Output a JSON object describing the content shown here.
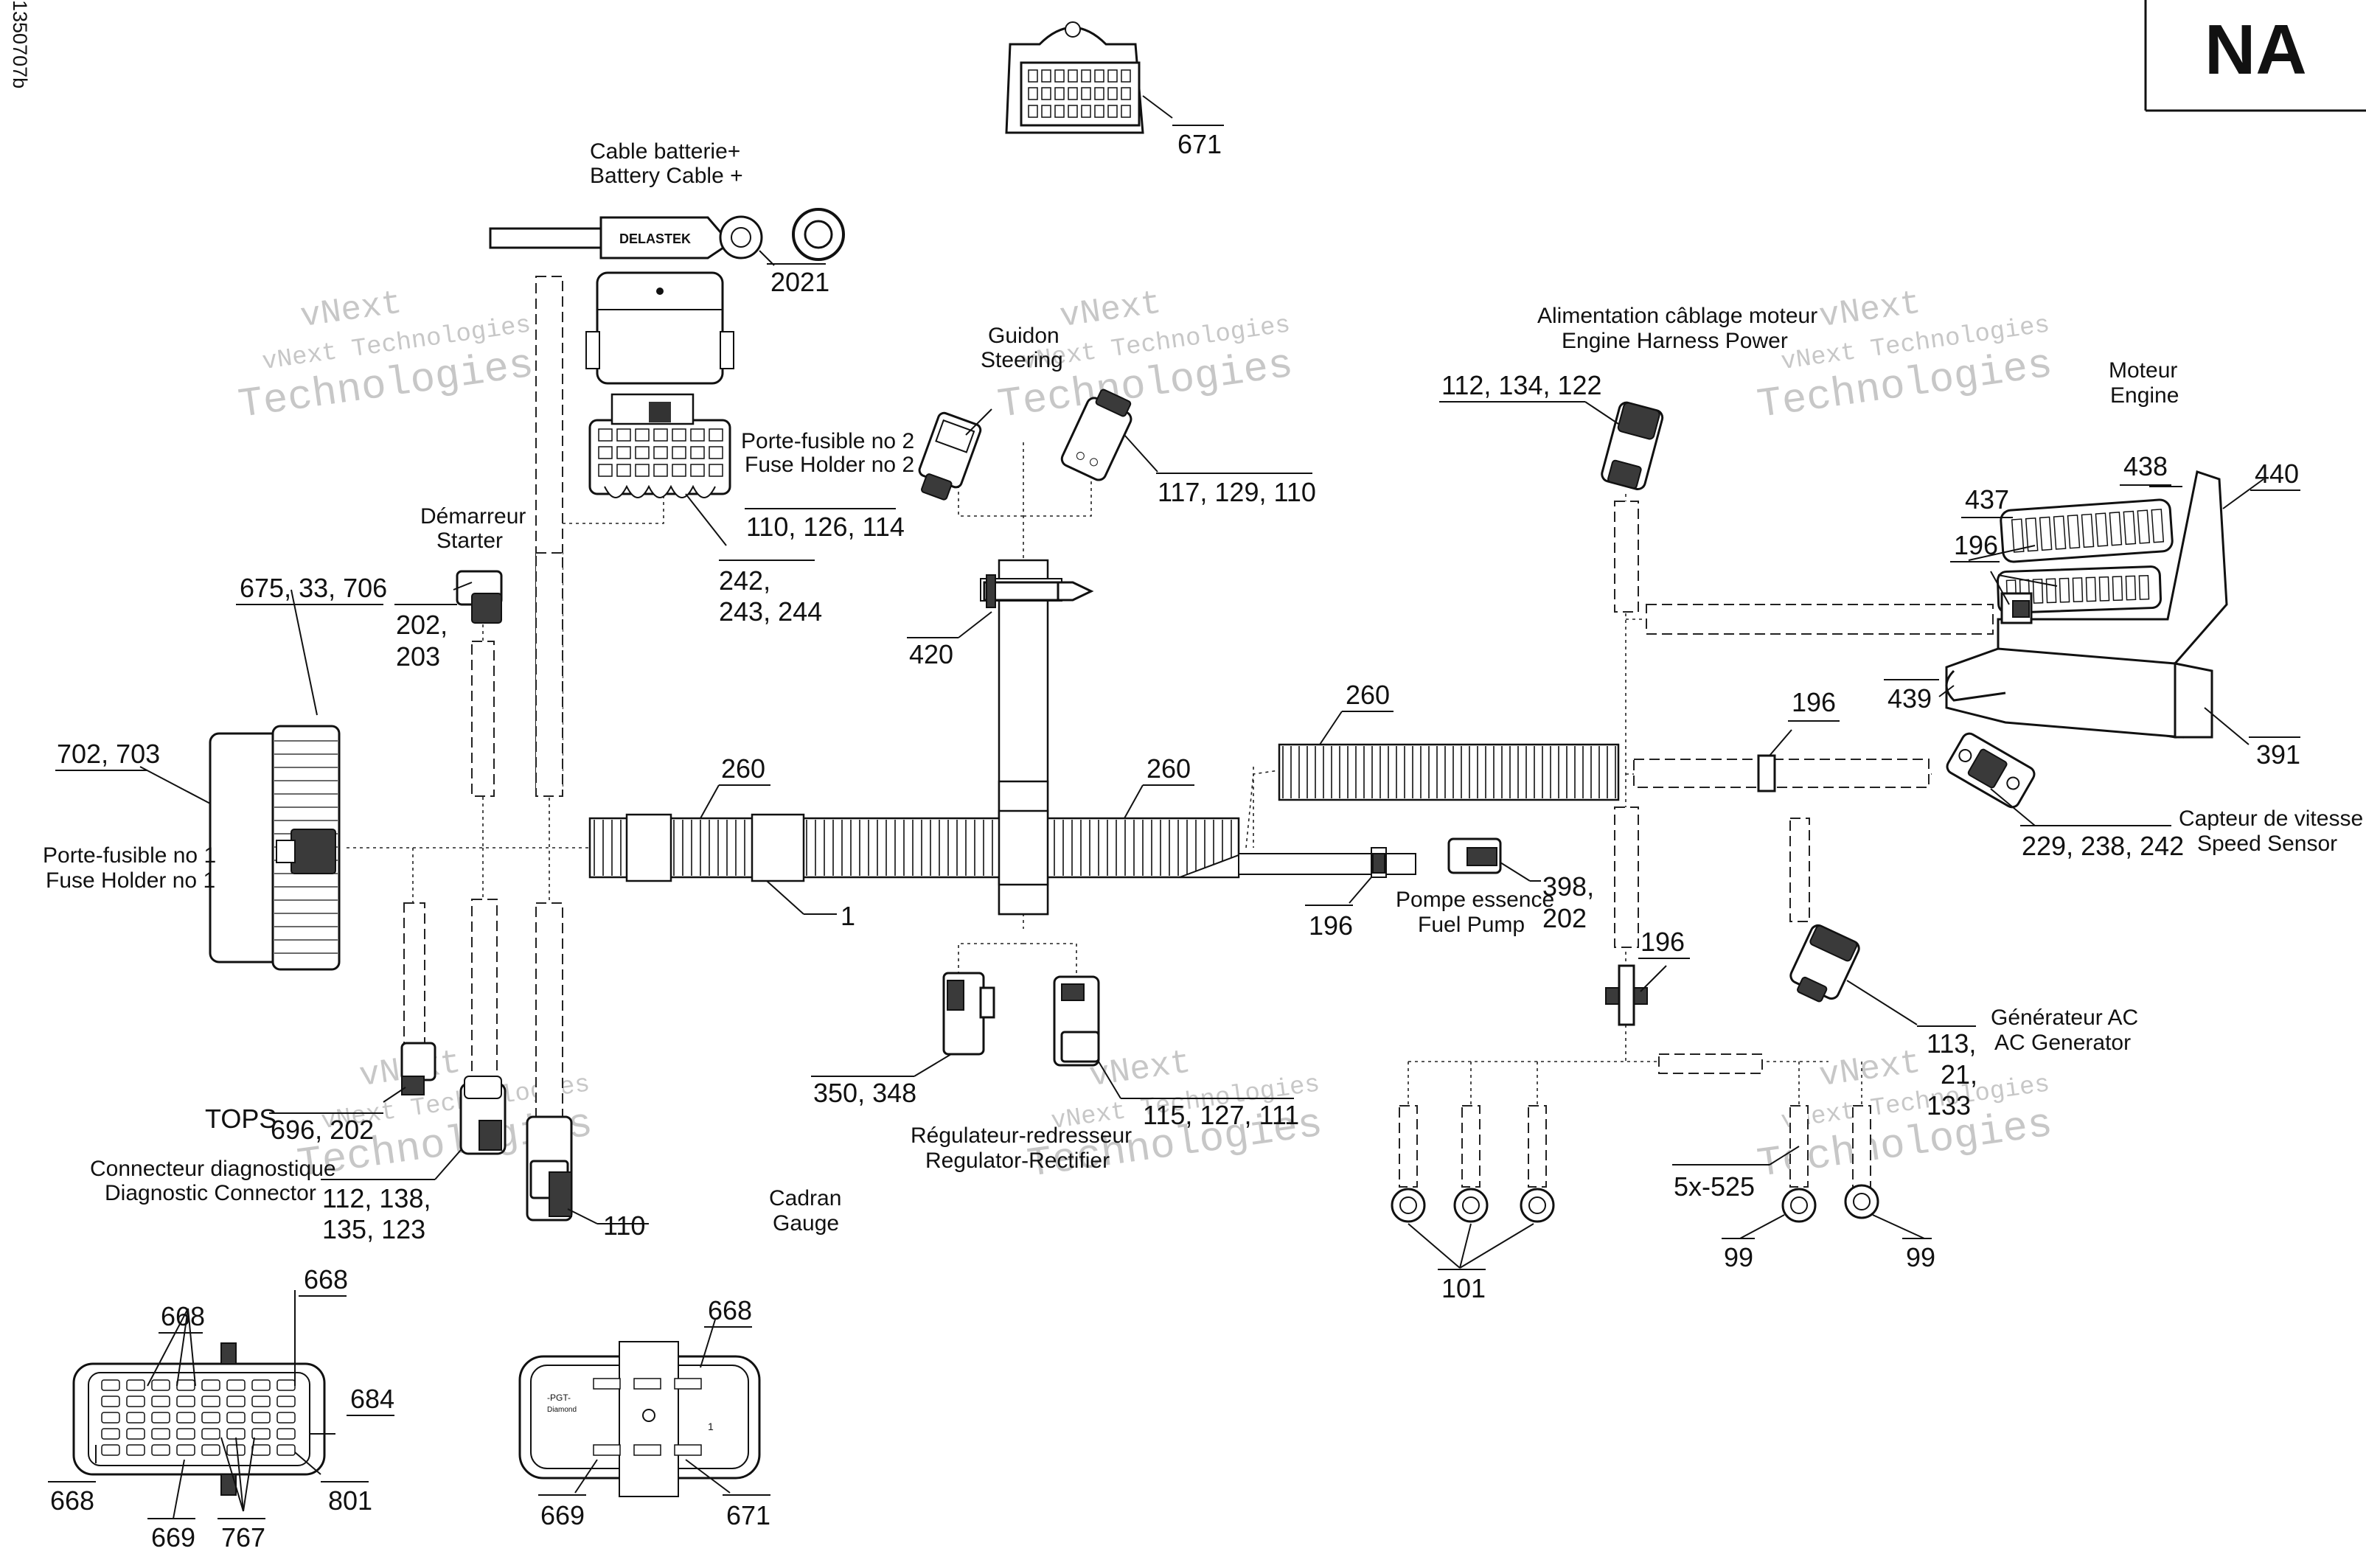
{
  "drawing_code": "1350707b",
  "region_badge": "NA",
  "watermark": {
    "line1": "vNext",
    "line2": "vNext Technologies",
    "line3": "Technologies"
  },
  "labels": {
    "battery_cable_fr": "Cable batterie+",
    "battery_cable_en": "Battery Cable +",
    "fuse_holder2_fr": "Porte-fusible no 2",
    "fuse_holder2_en": "Fuse Holder no 2",
    "starter_fr": "Démarreur",
    "starter_en": "Starter",
    "steering_fr": "Guidon",
    "steering_en": "Steering",
    "engine_power_fr": "Alimentation câblage moteur",
    "engine_power_en": "Engine Harness Power",
    "engine_fr": "Moteur",
    "engine_en": "Engine",
    "fuse_holder1_fr": "Porte-fusible no 1",
    "fuse_holder1_en": "Fuse Holder no 1",
    "speed_sensor_fr": "Capteur de vitesse",
    "speed_sensor_en": "Speed Sensor",
    "fuel_pump_fr": "Pompe essence",
    "fuel_pump_en": "Fuel Pump",
    "ac_gen_fr": "Générateur AC",
    "ac_gen_en": "AC Generator",
    "tops": "TOPS",
    "diag_fr": "Connecteur diagnostique",
    "diag_en": "Diagnostic Connector",
    "regulator_fr": "Régulateur-redresseur",
    "regulator_en": "Regulator-Rectifier",
    "gauge_fr": "Cadran",
    "gauge_en": "Gauge"
  },
  "parts": {
    "p671_top": "671",
    "p2021": "2021",
    "p110_126_114": "110, 126, 114",
    "p117_129_110": "117, 129, 110",
    "p112_134_122": "112, 134, 122",
    "p438": "438",
    "p440": "440",
    "p437": "437",
    "p196_engine": "196",
    "p242_line1": "242,",
    "p242_line2": "243, 244",
    "p675": "675, 33, 706",
    "p202_203_a": "202,",
    "p202_203_b": "203",
    "p420": "420",
    "p439": "439",
    "p391": "391",
    "p260_a": "260",
    "p260_b": "260",
    "p260_c": "260",
    "p702": "702, 703",
    "p196_mid": "196",
    "p229": "229, 238, 242",
    "p1": "1",
    "p196_fuel": "196",
    "p398_a": "398,",
    "p398_b": "202",
    "p196_low": "196",
    "p350": "350, 348",
    "p696": "696, 202",
    "p115": "115, 127, 111",
    "p113_a": "113,",
    "p113_b": "21,",
    "p113_c": "133",
    "p112_138_a": "112, 138,",
    "p112_138_b": "135, 123",
    "p110_bottom": "110",
    "p525": "5x-525",
    "p99_a": "99",
    "p99_b": "99",
    "p101": "101",
    "p668_a": "668",
    "p668_b": "668",
    "p684": "684",
    "p668_c": "668",
    "p801": "801",
    "p669_a": "669",
    "p767": "767",
    "p668_d": "668",
    "p669_b": "669",
    "p671_bottom": "671"
  },
  "connector_print": {
    "brand": "DELASTEK",
    "pgt": "-PGT-",
    "pgt2": "Diamond",
    "pin1": "1"
  }
}
